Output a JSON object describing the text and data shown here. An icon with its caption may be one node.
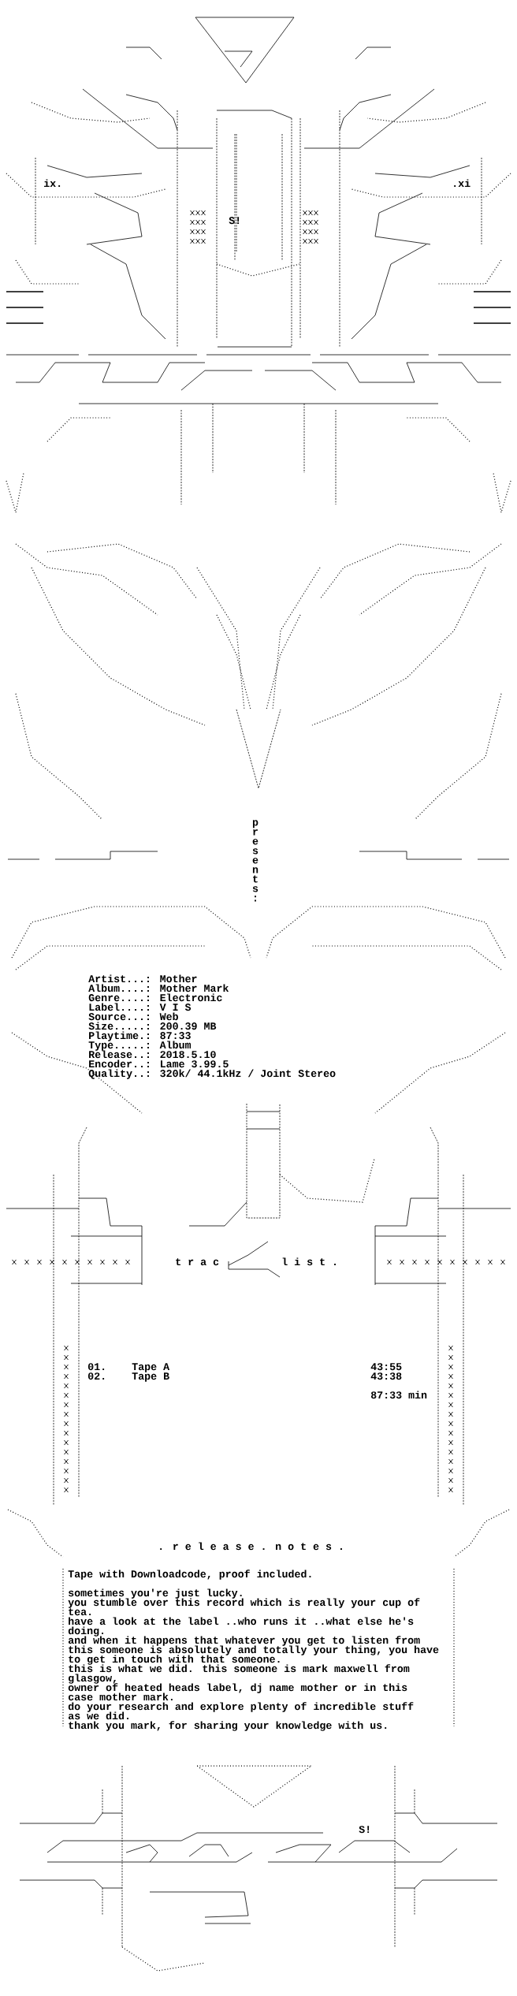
{
  "diagram": {
    "labels": [
      "ix.",
      ".xi",
      "S!",
      "p r e s e n t s :",
      "Artist...: Mother",
      "Album....: Mother Mark",
      "Genre....: Electronic",
      "Label....: V I S",
      "Source...: Web",
      "Size.....: 200.39 MB",
      "Playtime.: 87:33",
      "Type.....: Album",
      "Release..: 2018.5.10",
      "Encoder..: Lame 3.99.5",
      "Quality..: 320k/ 44.1kHz / Joint Stereo",
      "t r a c",
      "l i s t .",
      "01.",
      "Tape A",
      "43:55",
      "02.",
      "Tape B",
      "43:38",
      "87:33 min",
      ". r e l e a s e . n o t e s .",
      "Tape with Downloadcode, proof included.",
      "sometimes you're just lucky.",
      "you stumble over this record which is really your cup of",
      "tea.",
      "have a look at the label ..who runs it ..what else he's",
      "doing.",
      "and when it happens that whatever you get to listen from",
      "this someone is absolutely and totally your thing, you have",
      "to get in touch with that someone.",
      "this is what we did. this someone is mark maxwell from",
      "glasgow,",
      "owner of heated heads label, dj name mother or in this",
      "case mother mark.",
      "do your research and explore plenty of incredible stuff",
      "as we did.",
      "thank you mark, for sharing your knowledge with us.",
      "S!"
    ]
  }
}
